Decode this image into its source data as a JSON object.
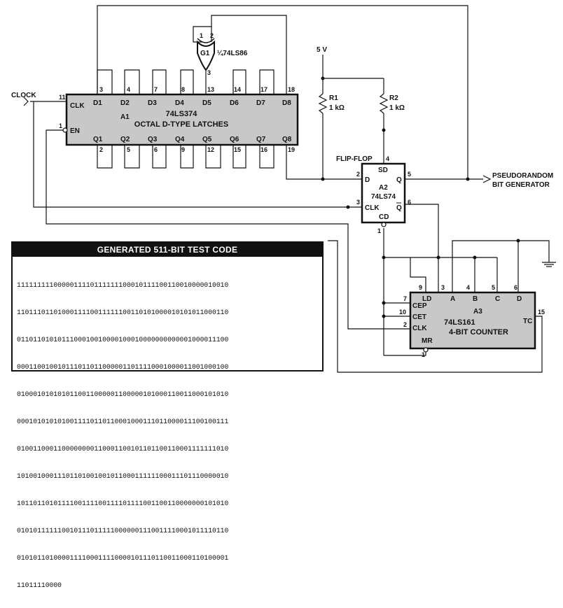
{
  "labels": {
    "clock": "CLOCK",
    "supply": "5 V",
    "flip_flop": "FLIP-FLOP",
    "output_line1": "PSEUDORANDOM",
    "output_line2": "BIT GENERATOR"
  },
  "latch": {
    "part": "74LS374",
    "ref": "A1",
    "desc": "OCTAL D-TYPE LATCHES",
    "clk": "CLK",
    "en": "EN",
    "pin_clk": "11",
    "pin_en": "1",
    "d_labels": [
      "D1",
      "D2",
      "D3",
      "D4",
      "D5",
      "D6",
      "D7",
      "D8"
    ],
    "q_labels": [
      "Q1",
      "Q2",
      "Q3",
      "Q4",
      "Q5",
      "Q6",
      "Q7",
      "Q8"
    ],
    "d_pins": [
      "3",
      "4",
      "7",
      "8",
      "13",
      "14",
      "17",
      "18"
    ],
    "q_pins": [
      "2",
      "5",
      "6",
      "9",
      "12",
      "15",
      "16",
      "19"
    ]
  },
  "xor_gate": {
    "ref": "G1",
    "part": "¼74LS86",
    "pin_in1": "1",
    "pin_in2": "2",
    "pin_out": "3"
  },
  "resistors": [
    {
      "ref": "R1",
      "value": "1 kΩ"
    },
    {
      "ref": "R2",
      "value": "1 kΩ"
    }
  ],
  "flipflop": {
    "ref": "A2",
    "part": "74LS74",
    "sd": "SD",
    "cd": "CD",
    "d": "D",
    "q": "Q",
    "qbar": "Q",
    "clk": "CLK",
    "pins": {
      "d": "2",
      "sd": "4",
      "q": "5",
      "clk": "3",
      "qbar": "6",
      "cd": "1"
    }
  },
  "counter": {
    "ref": "A3",
    "part": "74LS161",
    "desc": "4-BIT COUNTER",
    "ld": "LD",
    "cep": "CEP",
    "cet": "CET",
    "clk": "CLK",
    "mr": "MR",
    "tc": "TC",
    "a": "A",
    "b": "B",
    "c": "C",
    "d": "D",
    "pins": {
      "ld": "9",
      "a": "3",
      "b": "4",
      "c": "5",
      "d": "6",
      "cep": "7",
      "cet": "10",
      "clk": "2",
      "mr": "1",
      "tc": "15"
    }
  },
  "test_code": {
    "title": "GENERATED 511-BIT TEST CODE",
    "lines": [
      "1111111110000011110111111100010111100110010000010010",
      "1101110110100011110011111100110101000010101011000110",
      "0110110101011100010010000100010000000000001000011100",
      "0001100100101110110110000011011110001000011001000100",
      "0100010101010110011000001100000101000110011000101010",
      "0001010101010011110110110001000111011000011100100111",
      "0100110001100000000110001100101101100110001111111010",
      "1010010001110110100100101100011111100011101110000010",
      "1011011010111100111100111101111001100110000000101010",
      "0101011111100101110111110000001110011110001011110110",
      "0101011010000111100011110000101110110011000110100001",
      "11011110000"
    ]
  }
}
